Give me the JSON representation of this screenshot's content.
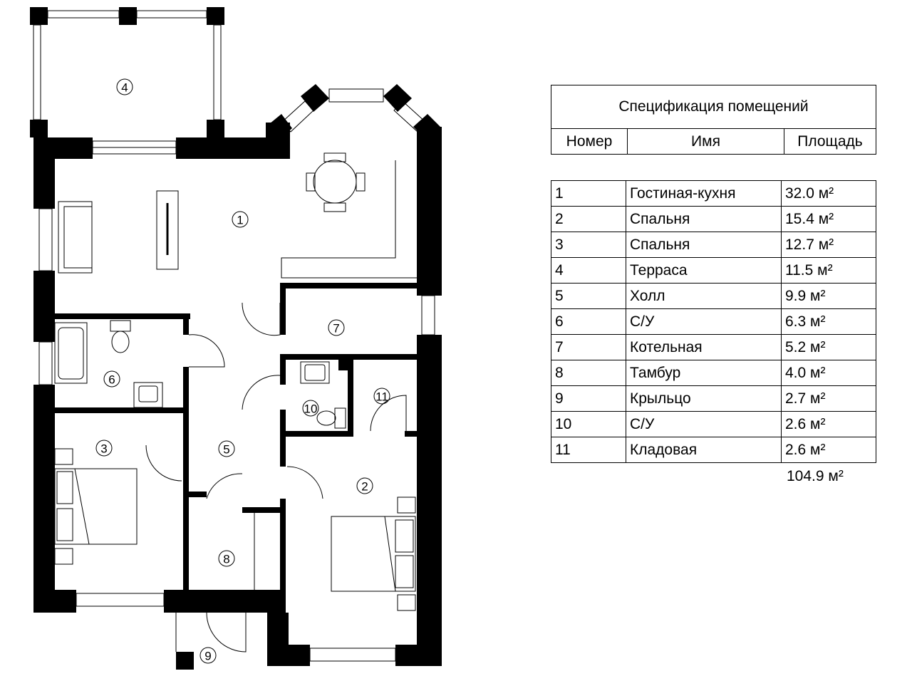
{
  "plan": {
    "rooms": [
      {
        "id": "1",
        "label": "1"
      },
      {
        "id": "2",
        "label": "2"
      },
      {
        "id": "3",
        "label": "3"
      },
      {
        "id": "4",
        "label": "4"
      },
      {
        "id": "5",
        "label": "5"
      },
      {
        "id": "6",
        "label": "6"
      },
      {
        "id": "7",
        "label": "7"
      },
      {
        "id": "8",
        "label": "8"
      },
      {
        "id": "9",
        "label": "9"
      },
      {
        "id": "10",
        "label": "10"
      },
      {
        "id": "11",
        "label": "11"
      }
    ]
  },
  "spec": {
    "title": "Спецификация помещений",
    "columns": [
      "Номер",
      "Имя",
      "Площадь"
    ],
    "rows": [
      [
        "1",
        "Гостиная-кухня",
        "32.0 м²"
      ],
      [
        "2",
        "Спальня",
        "15.4 м²"
      ],
      [
        "3",
        "Спальня",
        "12.7 м²"
      ],
      [
        "4",
        "Терраса",
        "11.5 м²"
      ],
      [
        "5",
        "Холл",
        "9.9 м²"
      ],
      [
        "6",
        "С/У",
        "6.3 м²"
      ],
      [
        "7",
        "Котельная",
        "5.2 м²"
      ],
      [
        "8",
        "Тамбур",
        "4.0 м²"
      ],
      [
        "9",
        "Крыльцо",
        "2.7 м²"
      ],
      [
        "10",
        "С/У",
        "2.6 м²"
      ],
      [
        "11",
        "Кладовая",
        "2.6 м²"
      ]
    ],
    "total": "104.9 м²"
  }
}
